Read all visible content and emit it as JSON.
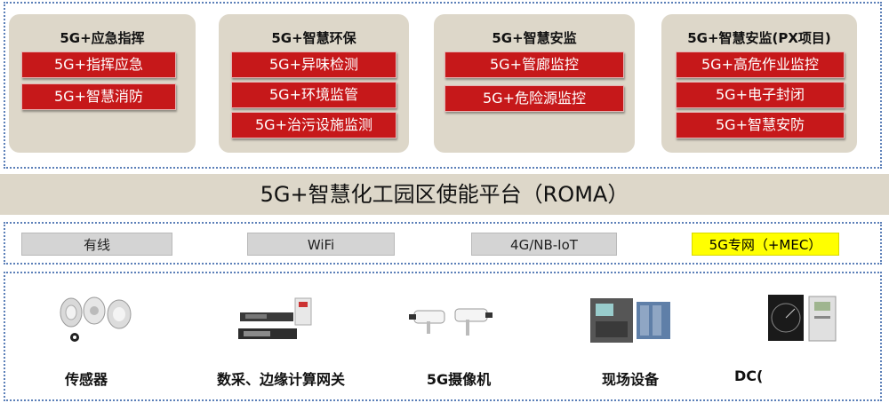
{
  "applications": [
    {
      "title": "5G+应急指挥",
      "items": [
        "5G+指挥应急",
        "5G+智慧消防"
      ]
    },
    {
      "title": "5G+智慧环保",
      "items": [
        "5G+异味检测",
        "5G+环境监管",
        "5G+治污设施监测"
      ]
    },
    {
      "title": "5G+智慧安监",
      "items": [
        "5G+管廊监控",
        "5G+危险源监控"
      ]
    },
    {
      "title": "5G+智慧安监(PX项目)",
      "items": [
        "5G+高危作业监控",
        "5G+电子封闭",
        "5G+智慧安防"
      ]
    }
  ],
  "platform": {
    "label": "5G+智慧化工园区使能平台（ROMA）",
    "color": "#ddd7c9"
  },
  "networks": [
    {
      "label": "有线",
      "highlight": false
    },
    {
      "label": "WiFi",
      "highlight": false
    },
    {
      "label": "4G/NB-IoT",
      "highlight": false
    },
    {
      "label": "5G专网（+MEC）",
      "highlight": true
    }
  ],
  "devices": [
    {
      "label": "传感器",
      "icon": "sensor-icon"
    },
    {
      "label": "数采、边缘计算网关",
      "icon": "gateway-icon"
    },
    {
      "label": "5G摄像机",
      "icon": "camera-icon"
    },
    {
      "label": "现场设备",
      "icon": "field-equipment-icon"
    },
    {
      "label": "DC(",
      "icon": "dcs-icon"
    }
  ],
  "colors": {
    "item_red": "#c6181a",
    "card_beige": "#ddd7c9",
    "frame_dotted": "#5b7fb8",
    "highlight_yellow": "#ffff00"
  }
}
